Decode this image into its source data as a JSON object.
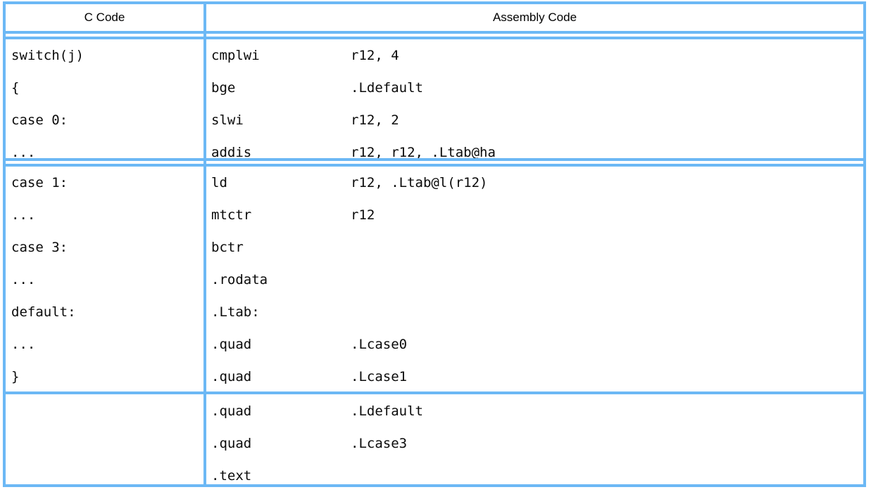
{
  "table": {
    "headers": {
      "c_code": "C Code",
      "assembly_code": "Assembly Code"
    },
    "border_color": "#6cb8f5",
    "text_color": "#0a0a0a",
    "bands": [
      {
        "c_lines": [
          "switch(j)",
          "{",
          "case 0:",
          "..."
        ],
        "asm_lines": [
          {
            "mnemonic": "cmplwi",
            "operands": "r12, 4"
          },
          {
            "mnemonic": "bge",
            "operands": ".Ldefault"
          },
          {
            "mnemonic": "slwi",
            "operands": "r12, 2"
          },
          {
            "mnemonic": "addis",
            "operands": "r12, r12, .Ltab@ha"
          }
        ]
      },
      {
        "c_lines": [
          "case 1:",
          "...",
          "case 3:",
          "...",
          "default:",
          "...",
          "}"
        ],
        "asm_lines": [
          {
            "mnemonic": "ld",
            "operands": "r12, .Ltab@l(r12)"
          },
          {
            "mnemonic": "mtctr",
            "operands": "r12"
          },
          {
            "mnemonic": "bctr",
            "operands": ""
          },
          {
            "mnemonic": ".rodata",
            "operands": ""
          },
          {
            "mnemonic": ".Ltab:",
            "operands": ""
          },
          {
            "mnemonic": ".quad",
            "operands": ".Lcase0"
          },
          {
            "mnemonic": ".quad",
            "operands": ".Lcase1"
          }
        ]
      },
      {
        "c_lines": [],
        "asm_lines": [
          {
            "mnemonic": ".quad",
            "operands": ".Ldefault"
          },
          {
            "mnemonic": ".quad",
            "operands": ".Lcase3"
          },
          {
            "mnemonic": ".text",
            "operands": ""
          }
        ]
      }
    ]
  }
}
